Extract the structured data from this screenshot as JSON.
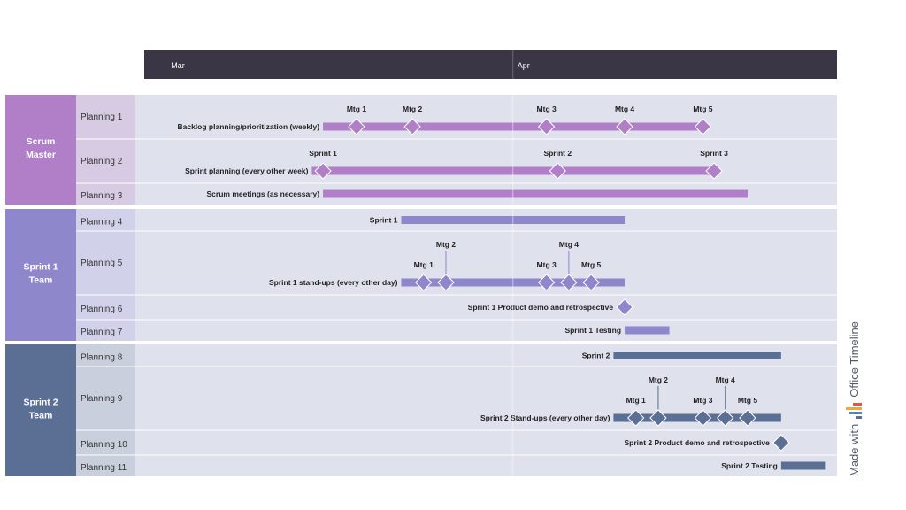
{
  "chart_data": {
    "type": "gantt",
    "axis": {
      "start": "2024-02-28",
      "end": "2024-04-30",
      "months": [
        "Mar",
        "Apr"
      ],
      "month_starts": [
        "2024-03-01",
        "2024-04-01"
      ]
    },
    "colors": {
      "header_bar": "#3a3646",
      "scrum": "#b07fc8",
      "scrum_bg": "#dfe1ec",
      "scrum_label_bg": "#d6cbe2",
      "sprint1": "#8f87cc",
      "sprint1_bg": "#dfe1ec",
      "sprint1_label_bg": "#d1d2ea",
      "sprint2": "#5b6f95",
      "sprint2_bg": "#dfe1ec",
      "sprint2_label_bg": "#c9cfdc"
    },
    "groups": [
      {
        "name": "Scrum Master",
        "color_key": "scrum",
        "rows": [
          {
            "label": "Planning 1",
            "task": {
              "name": "Backlog planning/prioritization (weekly)",
              "start": "2024-03-15",
              "end": "2024-04-18"
            },
            "milestones": [
              {
                "name": "Mtg 1",
                "date": "2024-03-18"
              },
              {
                "name": "Mtg 2",
                "date": "2024-03-23"
              },
              {
                "name": "Mtg 3",
                "date": "2024-04-04"
              },
              {
                "name": "Mtg 4",
                "date": "2024-04-11"
              },
              {
                "name": "Mtg 5",
                "date": "2024-04-18"
              }
            ]
          },
          {
            "label": "Planning 2",
            "task": {
              "name": "Sprint planning (every other week)",
              "start": "2024-03-14",
              "end": "2024-04-19"
            },
            "milestones": [
              {
                "name": "Sprint 1",
                "date": "2024-03-15"
              },
              {
                "name": "Sprint 2",
                "date": "2024-04-05"
              },
              {
                "name": "Sprint 3",
                "date": "2024-04-19"
              }
            ]
          },
          {
            "label": "Planning 3",
            "task": {
              "name": "Scrum meetings (as necessary)",
              "start": "2024-03-15",
              "end": "2024-04-22"
            },
            "milestones": []
          }
        ]
      },
      {
        "name": "Sprint 1 Team",
        "color_key": "sprint1",
        "rows": [
          {
            "label": "Planning 4",
            "task": {
              "name": "Sprint 1",
              "start": "2024-03-22",
              "end": "2024-04-11"
            },
            "milestones": []
          },
          {
            "label": "Planning 5",
            "task": {
              "name": "Sprint 1 stand-ups (every other day)",
              "start": "2024-03-22",
              "end": "2024-04-11"
            },
            "milestones": [
              {
                "name": "Mtg 1",
                "date": "2024-03-24"
              },
              {
                "name": "Mtg 2",
                "date": "2024-03-26",
                "raised": true
              },
              {
                "name": "Mtg 3",
                "date": "2024-04-04"
              },
              {
                "name": "Mtg 4",
                "date": "2024-04-06",
                "raised": true
              },
              {
                "name": "Mtg 5",
                "date": "2024-04-08"
              }
            ]
          },
          {
            "label": "Planning 6",
            "task": {
              "name": "Sprint 1 Product demo and retrospective"
            },
            "milestones": [
              {
                "name": "",
                "date": "2024-04-11"
              }
            ]
          },
          {
            "label": "Planning 7",
            "task": {
              "name": "Sprint 1 Testing",
              "start": "2024-04-11",
              "end": "2024-04-15"
            },
            "milestones": []
          }
        ]
      },
      {
        "name": "Sprint 2 Team",
        "color_key": "sprint2",
        "rows": [
          {
            "label": "Planning 8",
            "task": {
              "name": "Sprint 2",
              "start": "2024-04-10",
              "end": "2024-04-25"
            },
            "milestones": []
          },
          {
            "label": "Planning 9",
            "task": {
              "name": "Sprint 2 Stand-ups (every other day)",
              "start": "2024-04-10",
              "end": "2024-04-25"
            },
            "milestones": [
              {
                "name": "Mtg 1",
                "date": "2024-04-12"
              },
              {
                "name": "Mtg 2",
                "date": "2024-04-14",
                "raised": true
              },
              {
                "name": "Mtg 3",
                "date": "2024-04-18"
              },
              {
                "name": "Mtg 4",
                "date": "2024-04-20",
                "raised": true
              },
              {
                "name": "Mtg 5",
                "date": "2024-04-22"
              }
            ]
          },
          {
            "label": "Planning 10",
            "task": {
              "name": "Sprint 2 Product demo and retrospective"
            },
            "milestones": [
              {
                "name": "",
                "date": "2024-04-25"
              }
            ]
          },
          {
            "label": "Planning 11",
            "task": {
              "name": "Sprint 2 Testing",
              "start": "2024-04-25",
              "end": "2024-04-29"
            },
            "milestones": []
          }
        ]
      }
    ]
  },
  "watermark": {
    "made_with": "Made with",
    "brand": "Office Timeline",
    "logo_colors": [
      "#e8553e",
      "#f3a73b",
      "#4a86c8",
      "#5b6f95"
    ]
  }
}
